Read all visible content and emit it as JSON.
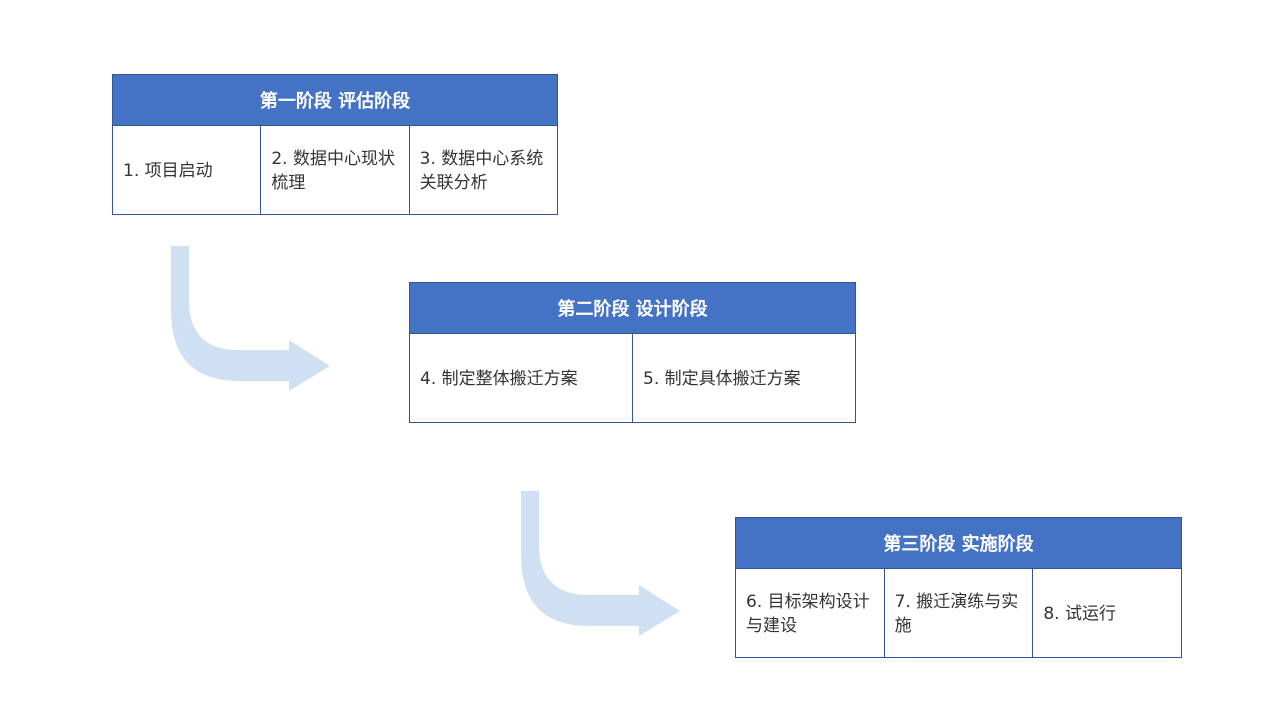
{
  "colors": {
    "header_bg": "#4472c4",
    "header_text": "#ffffff",
    "border": "#2f5597",
    "arrow": "#cfe0f3"
  },
  "stages": [
    {
      "title": "第一阶段 评估阶段",
      "steps": [
        "1. 项目启动",
        "2. 数据中心现状梳理",
        "3. 数据中心系统关联分析"
      ]
    },
    {
      "title": "第二阶段 设计阶段",
      "steps": [
        "4. 制定整体搬迁方案",
        "5. 制定具体搬迁方案"
      ]
    },
    {
      "title": "第三阶段 实施阶段",
      "steps": [
        "6. 目标架构设计与建设",
        "7. 搬迁演练与实施",
        "8. 试运行"
      ]
    }
  ]
}
